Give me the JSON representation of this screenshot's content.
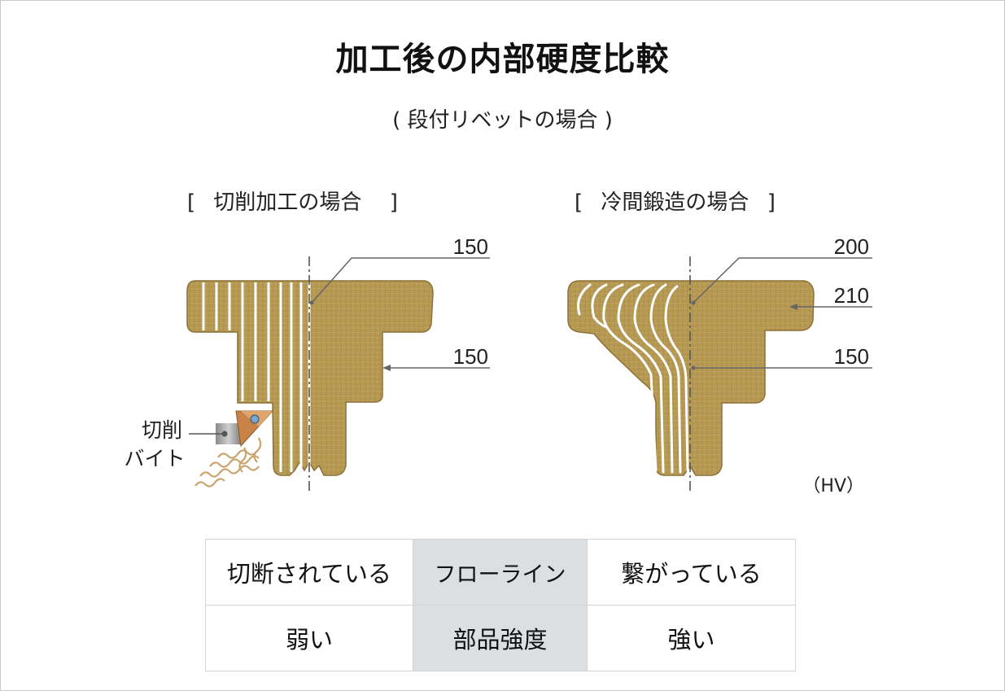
{
  "title": "加工後の内部硬度比較",
  "subtitle": "( 段付リベットの場合 )",
  "left_panel": {
    "label_open": "[",
    "label_text": "切削加工の場合",
    "label_close": "]",
    "values": {
      "top": "150",
      "side": "150"
    },
    "tool_label": {
      "line1": "切削",
      "line2": "バイト"
    }
  },
  "right_panel": {
    "label_open": "[",
    "label_text": "冷間鍛造の場合",
    "label_close": "]",
    "values": {
      "top": "200",
      "flange": "210",
      "side": "150"
    }
  },
  "unit": "（HV）",
  "table": {
    "row1": {
      "left": "切断されている",
      "mid": "フローライン",
      "right": "繋がっている"
    },
    "row2": {
      "left": "弱い",
      "mid": "部品強度",
      "right": "強い"
    }
  },
  "colors": {
    "material": "#b89a5a",
    "material_dark": "#9d7f43",
    "flow_line": "#ffffff",
    "leader": "#666666",
    "table_mid_bg": "#dcdfe2",
    "tool_orange": "#c9824a"
  }
}
